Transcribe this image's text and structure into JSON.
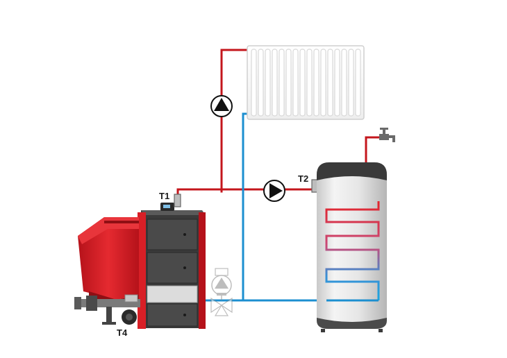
{
  "labels": {
    "t1": "T1",
    "t2": "T2",
    "t4": "T4"
  },
  "colors": {
    "hot_pipe": "#c4161c",
    "cold_pipe": "#1c8fd0",
    "boiler_red": "#d81f26",
    "boiler_dark": "#3a3a3a"
  },
  "icons": [
    "pump-icon",
    "pump-icon",
    "mixing-valve-icon",
    "tap-icon",
    "controller-icon",
    "radiator-icon"
  ]
}
